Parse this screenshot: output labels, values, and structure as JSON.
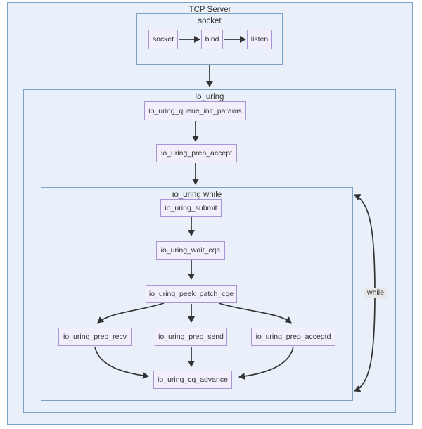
{
  "diagram": {
    "clusters": {
      "tcp_server": {
        "label": "TCP Server"
      },
      "socket": {
        "label": "socket"
      },
      "io_uring": {
        "label": "io_uring"
      },
      "io_uring_while": {
        "label": "io_uring while"
      }
    },
    "nodes": {
      "socket": {
        "label": "socket"
      },
      "bind": {
        "label": "bind"
      },
      "listen": {
        "label": "listen"
      },
      "queue_init": {
        "label": "io_uring_queue_init_params"
      },
      "prep_accept": {
        "label": "io_uring_prep_accept"
      },
      "submit": {
        "label": "io_uring_submit"
      },
      "wait_cqe": {
        "label": "io_uring_wait_cqe"
      },
      "peek_patch": {
        "label": "io_uring_peek_patch_cqe"
      },
      "prep_recv": {
        "label": "io_uring_prep_recv"
      },
      "prep_send": {
        "label": "io_uring_prep_send"
      },
      "prep_acceptd": {
        "label": "io_uring_prep_acceptd"
      },
      "cq_advance": {
        "label": "io_uring_cq_advance"
      }
    },
    "edge_labels": {
      "while_loop": "while"
    },
    "colors": {
      "cluster_fill": "#e9f0fa",
      "cluster_border": "#7da2c8",
      "node_fill": "#f3eefb",
      "node_border": "#a995d2",
      "arrow": "#333333",
      "text": "#333333",
      "edge_label_bg": "#e8e8e8"
    }
  }
}
